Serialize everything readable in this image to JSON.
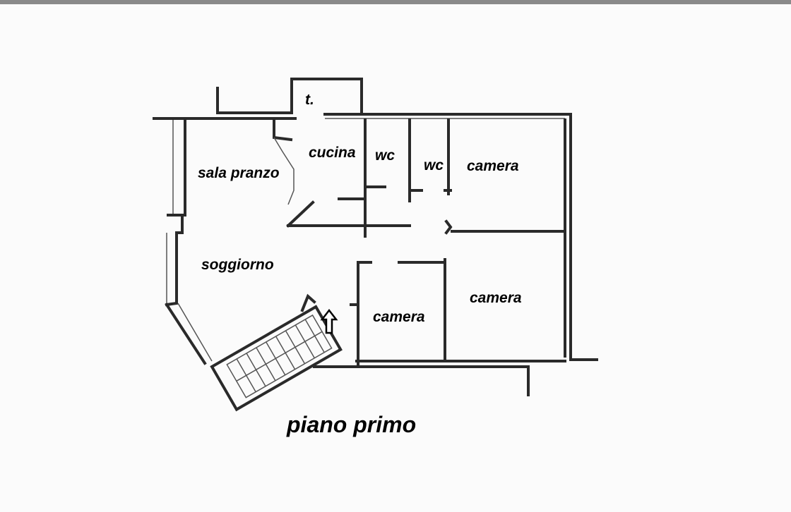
{
  "plan": {
    "title": "piano primo",
    "rooms": {
      "terrace": "t.",
      "kitchen": "cucina",
      "wc1": "wc",
      "wc2": "wc",
      "dining": "sala pranzo",
      "living": "soggiorno",
      "bedroom_top_right": "camera",
      "bedroom_bottom_right": "camera",
      "bedroom_center": "camera"
    },
    "entrance_icon": "arrow-up-icon"
  }
}
